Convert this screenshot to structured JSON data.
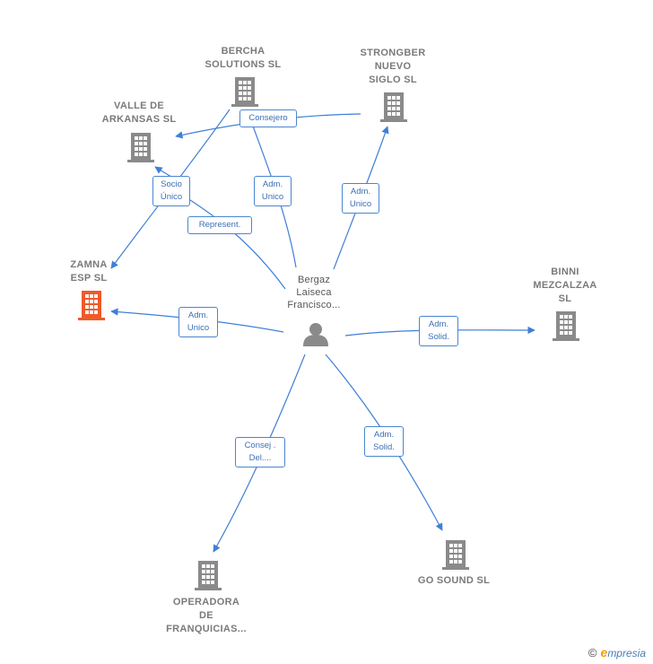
{
  "colors": {
    "edge": "#3f7fd6",
    "company": "#8a8a8a",
    "focus_company": "#f05a28",
    "person": "#8a8a8a"
  },
  "nodes": {
    "bercha": {
      "label": "BERCHA\nSOLUTIONS  SL",
      "icon": "building-icon"
    },
    "strongber": {
      "label": "STRONGBER\nNUEVO\nSIGLO  SL",
      "icon": "building-icon"
    },
    "valle": {
      "label": "VALLE DE\nARKANSAS  SL",
      "icon": "building-icon"
    },
    "zamna": {
      "label": "ZAMNA\nESP  SL",
      "icon": "building-icon"
    },
    "binni": {
      "label": "BINNI\nMEZCALZAA\nSL",
      "icon": "building-icon"
    },
    "operadora": {
      "label": "OPERADORA\nDE\nFRANQUICIAS...",
      "icon": "building-icon"
    },
    "gosound": {
      "label": "GO SOUND  SL",
      "icon": "building-icon"
    },
    "person": {
      "label": "Bergaz\nLaiseca\nFrancisco...",
      "icon": "person-icon"
    }
  },
  "edges": {
    "consejero": "Consejero",
    "socio_unico": "Socio\nÚnico",
    "adm_unico_bercha": "Adm.\nUnico",
    "adm_unico_strongber": "Adm.\nUnico",
    "represent": "Represent.",
    "adm_unico_zamna": "Adm.\nUnico",
    "adm_solid_binni": "Adm.\nSolid.",
    "consej_del": "Consej .\nDel....",
    "adm_solid_gosound": "Adm.\nSolid."
  },
  "footer": {
    "copyright": "©",
    "brand_e": "e",
    "brand_rest": "mpresia"
  }
}
